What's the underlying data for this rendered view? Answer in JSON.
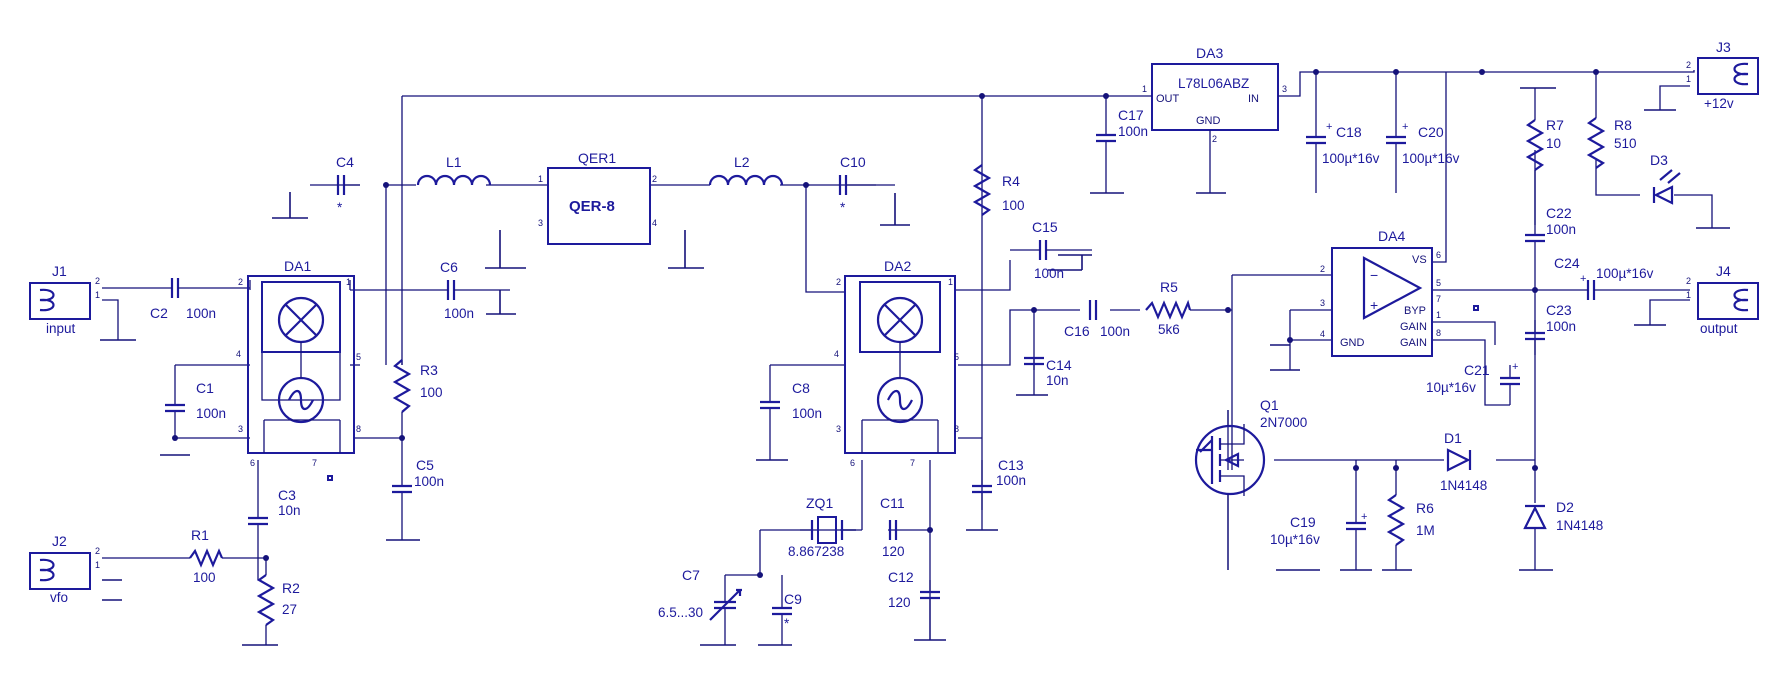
{
  "connectors": {
    "J1": {
      "ref": "J1",
      "label": "input"
    },
    "J2": {
      "ref": "J2",
      "label": "vfo"
    },
    "J3": {
      "ref": "J3",
      "label": "+12v"
    },
    "J4": {
      "ref": "J4",
      "label": "output"
    }
  },
  "ics": {
    "DA1": {
      "ref": "DA1"
    },
    "DA2": {
      "ref": "DA2"
    },
    "DA3": {
      "ref": "DA3",
      "part": "L78L06ABZ",
      "pin_out": "OUT",
      "pin_in": "IN",
      "pin_gnd": "GND"
    },
    "DA4": {
      "ref": "DA4",
      "pin_vs": "VS",
      "pin_byp": "BYP",
      "pin_gain1": "GAIN",
      "pin_gain2": "GAIN",
      "pin_gnd": "GND"
    },
    "QER1": {
      "ref": "QER1",
      "part": "QER-8"
    }
  },
  "components": {
    "C1": {
      "ref": "C1",
      "value": "100n"
    },
    "C2": {
      "ref": "C2",
      "value": "100n"
    },
    "C3": {
      "ref": "C3",
      "value": "10n"
    },
    "C4": {
      "ref": "C4",
      "value": "*"
    },
    "C5": {
      "ref": "C5",
      "value": "100n"
    },
    "C6": {
      "ref": "C6",
      "value": "100n"
    },
    "C7": {
      "ref": "C7",
      "value": "6.5...30"
    },
    "C8": {
      "ref": "C8",
      "value": "100n"
    },
    "C9": {
      "ref": "C9",
      "value": "*"
    },
    "C10": {
      "ref": "C10",
      "value": "*"
    },
    "C11": {
      "ref": "C11",
      "value": "120"
    },
    "C12": {
      "ref": "C12",
      "value": "120"
    },
    "C13": {
      "ref": "C13",
      "value": "100n"
    },
    "C14": {
      "ref": "C14",
      "value": "10n"
    },
    "C15": {
      "ref": "C15",
      "value": "100n"
    },
    "C16": {
      "ref": "C16",
      "value": "100n"
    },
    "C17": {
      "ref": "C17",
      "value": "100n"
    },
    "C18": {
      "ref": "C18",
      "value": "100µ*16v"
    },
    "C19": {
      "ref": "C19",
      "value": "10µ*16v"
    },
    "C20": {
      "ref": "C20",
      "value": "100µ*16v"
    },
    "C21": {
      "ref": "C21",
      "value": "10µ*16v"
    },
    "C22": {
      "ref": "C22",
      "value": "100n"
    },
    "C23": {
      "ref": "C23",
      "value": "100n"
    },
    "C24": {
      "ref": "C24",
      "value": "100µ*16v"
    },
    "R1": {
      "ref": "R1",
      "value": "100"
    },
    "R2": {
      "ref": "R2",
      "value": "27"
    },
    "R3": {
      "ref": "R3",
      "value": "100"
    },
    "R4": {
      "ref": "R4",
      "value": "100"
    },
    "R5": {
      "ref": "R5",
      "value": "5k6"
    },
    "R6": {
      "ref": "R6",
      "value": "1M"
    },
    "R7": {
      "ref": "R7",
      "value": "10"
    },
    "R8": {
      "ref": "R8",
      "value": "510"
    },
    "L1": {
      "ref": "L1"
    },
    "L2": {
      "ref": "L2"
    },
    "ZQ1": {
      "ref": "ZQ1",
      "value": "8.867238"
    },
    "Q1": {
      "ref": "Q1",
      "value": "2N7000"
    },
    "D1": {
      "ref": "D1",
      "value": "1N4148"
    },
    "D2": {
      "ref": "D2",
      "value": "1N4148"
    },
    "D3": {
      "ref": "D3"
    }
  },
  "colors": {
    "wire": "#15127a",
    "symbol": "#1d1a9c",
    "background": "#ffffff"
  }
}
